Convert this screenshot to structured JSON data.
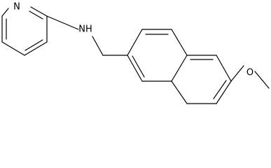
{
  "molecule": {
    "atoms": {
      "pyridine_n": "N",
      "amine_nh": "NH",
      "methoxy_o": "O"
    }
  }
}
